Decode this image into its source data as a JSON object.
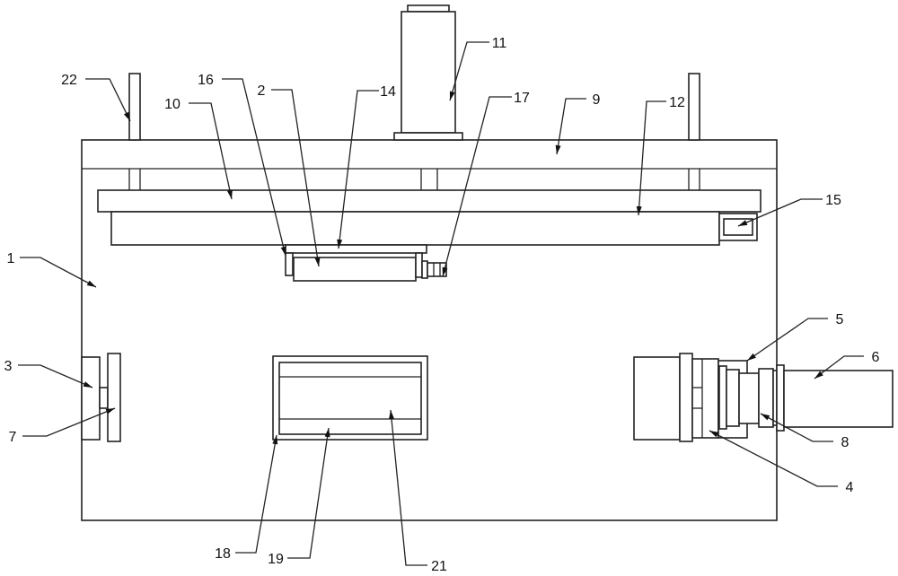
{
  "figure": {
    "labels": [
      "22",
      "16",
      "2",
      "14",
      "11",
      "17",
      "9",
      "10",
      "12",
      "15",
      "1",
      "3",
      "7",
      "5",
      "6",
      "8",
      "4",
      "18",
      "19",
      "21"
    ]
  }
}
